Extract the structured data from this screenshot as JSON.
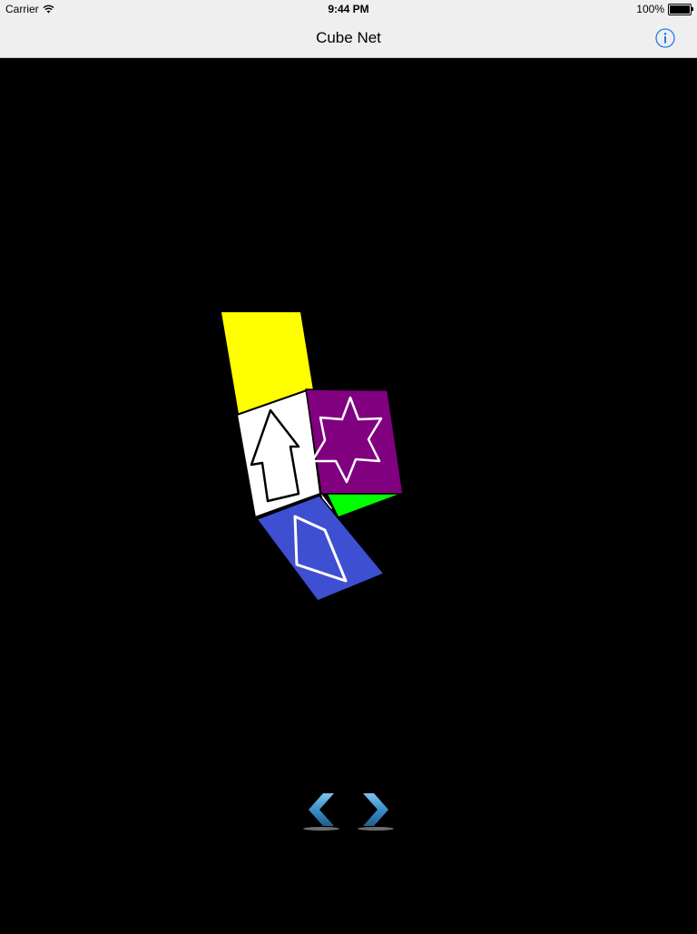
{
  "status_bar": {
    "carrier": "Carrier",
    "time": "9:44 PM",
    "battery": "100%"
  },
  "nav_bar": {
    "title": "Cube Net",
    "info_icon": "info-icon"
  },
  "cube_net": {
    "faces": [
      {
        "name": "yellow-face",
        "color": "#ffff00",
        "symbol": "none"
      },
      {
        "name": "white-face",
        "color": "#ffffff",
        "symbol": "up-arrow"
      },
      {
        "name": "purple-face",
        "color": "#800080",
        "symbol": "six-point-star"
      },
      {
        "name": "green-face",
        "color": "#00ff00",
        "symbol": "none"
      },
      {
        "name": "blue-face",
        "color": "#3f4fd1",
        "symbol": "rhombus"
      }
    ]
  },
  "navigation": {
    "prev_icon": "chevron-left-icon",
    "next_icon": "chevron-right-icon",
    "accent": "#3a8fc8"
  },
  "colors": {
    "bar_background": "#efefef",
    "tint": "#1a7cf0",
    "background": "#000000"
  }
}
